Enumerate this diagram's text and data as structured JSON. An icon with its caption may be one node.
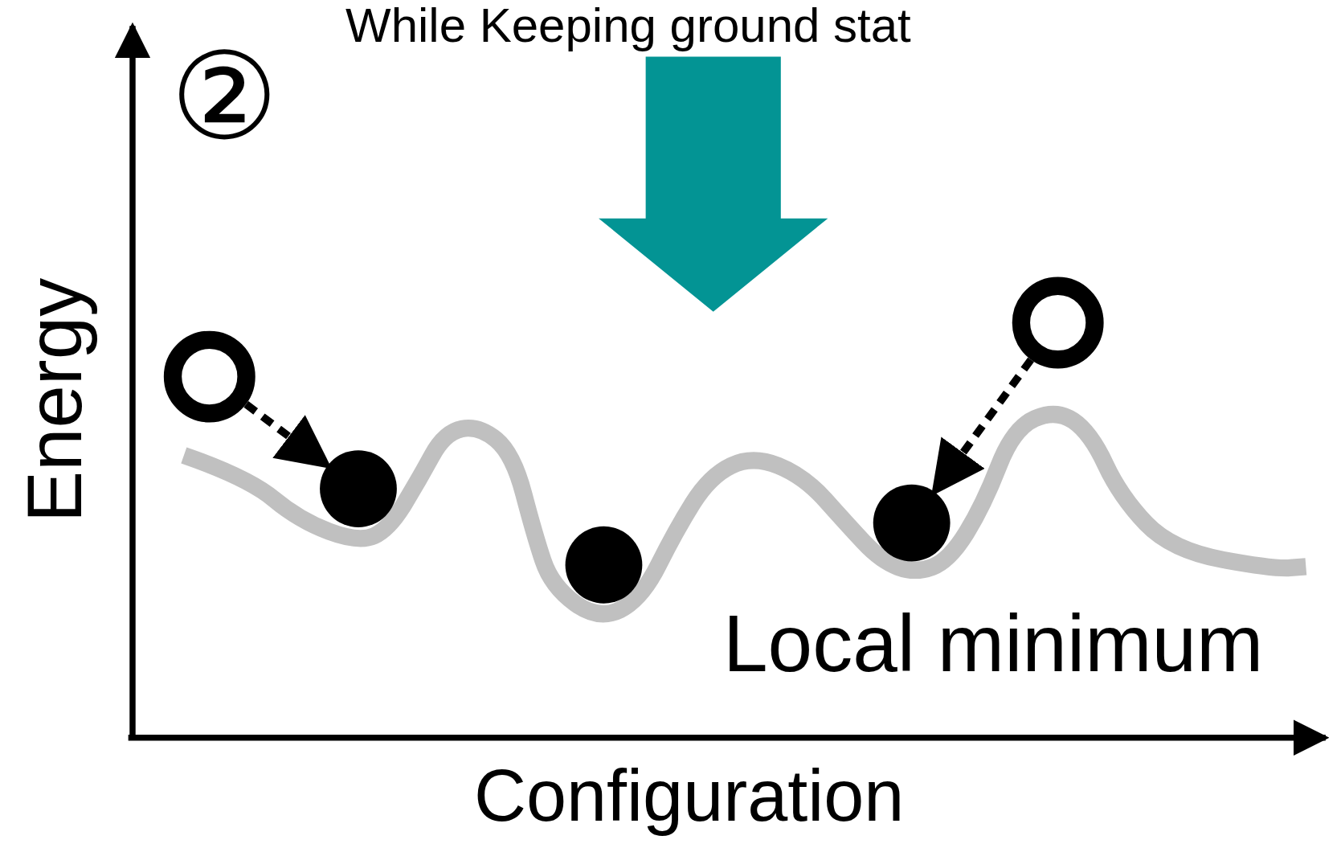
{
  "diagram": {
    "nodes": [
      {
        "text": [],
        "shape": "circle"
      },
      {
        "text": [],
        "shape": "circle"
      },
      {
        "text": [],
        "shape": "circle"
      },
      {
        "text": [],
        "shape": "circle"
      },
      {
        "text": [],
        "shape": "circle"
      }
    ],
    "edges": [
      {
        "from": 0,
        "to": 1,
        "arrow": "to",
        "style": "dashed"
      },
      {
        "from": 3,
        "to": 4,
        "arrow": "to",
        "style": "dashed"
      }
    ],
    "labels": [
      "While Keeping ground stat",
      "②",
      "Energy",
      "Local minimum",
      "Configuration"
    ]
  }
}
